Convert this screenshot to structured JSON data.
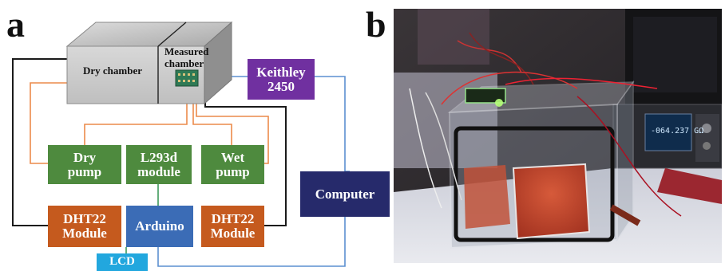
{
  "panels": {
    "a": "a",
    "b": "b"
  },
  "chamber": {
    "dry_label": "Dry chamber",
    "measured_label": "Measured\nchamber"
  },
  "boxes": {
    "keithley": "Keithley\n2450",
    "dry_pump": "Dry\npump",
    "l293d": "L293d\nmodule",
    "wet_pump": "Wet\npump",
    "computer": "Computer",
    "dht22_left": "DHT22\nModule",
    "arduino": "Arduino",
    "dht22_right": "DHT22\nModule",
    "lcd": "LCD"
  },
  "photo": {
    "instrument_readout": "-064.237 GΩ"
  },
  "colors": {
    "green": "#4e8a3e",
    "orange": "#c55a1e",
    "blue": "#3b6cb6",
    "purple": "#7030a0",
    "navy": "#262a6b",
    "cyan": "#22a7de",
    "wire_black": "#1a1a1a",
    "wire_orange": "#ec8a4a",
    "wire_blue": "#5b8fd0",
    "wire_green": "#3d9a5a"
  }
}
